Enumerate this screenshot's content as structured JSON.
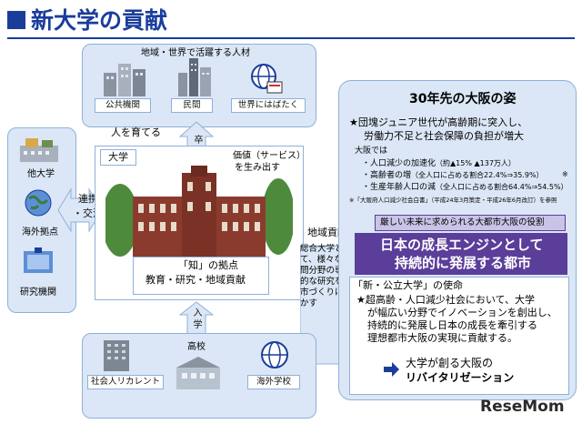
{
  "header": {
    "title": "新大学の貢献"
  },
  "top": {
    "title": "地域・世界で活躍する人材",
    "items": [
      {
        "label": "公共機関"
      },
      {
        "label": "民間"
      },
      {
        "label": "世界にはばたく"
      }
    ]
  },
  "left": {
    "items": [
      {
        "label": "他大学"
      },
      {
        "label": "海外拠点"
      },
      {
        "label": "研究機関"
      }
    ],
    "link_label_1": "連携",
    "link_label_2": "・交流"
  },
  "center": {
    "nurture": "人を育てる",
    "graduate": "卒業",
    "university": "大学",
    "value_line1": "価値（サービス）",
    "value_line2": "を生み出す",
    "hub_line1": "「知」の拠点",
    "hub_line2": "教育・研究・地域貢献",
    "enroll": "入学",
    "regional_title": "地域貢献",
    "regional_body": [
      "総合大学とし",
      "て、様々な学",
      "問分野の専門",
      "的な研究を都",
      "市づくりに活",
      "かす"
    ]
  },
  "bottom": {
    "items": [
      {
        "label": "社会人リカレント"
      },
      {
        "label": "高校"
      },
      {
        "label": "海外学校"
      }
    ]
  },
  "right": {
    "title": "30年先の大阪の姿",
    "star1_line1": "★団塊ジュニア世代が高齢期に突入し、",
    "star1_line2": "労働力不足と社会保障の負担が増大",
    "osaka_label": "大阪では",
    "bullets": [
      {
        "main": "・人口減少の加速化",
        "sub": "（約▲15% ▲137万人）"
      },
      {
        "main": "・高齢者の増",
        "sub": "（全人口に占める割合22.4%⇒35.9%）"
      },
      {
        "main": "・生産年齢人口の減",
        "sub": "（全人口に占める割合64.4%⇒54.5%）"
      }
    ],
    "note_mark": "※",
    "note": "※「大阪府人口減少社会白書」（平成24年3月策定・平成26年6月改訂）を参照",
    "role_label": "厳しい未来に求められる大都市大阪の役割",
    "engine_line1": "日本の成長エンジンとして",
    "engine_line2": "持続的に発展する都市",
    "mission_title": "「新・公立大学」の使命",
    "mission_lines": [
      "★超高齢・人口減少社会において、大学",
      "が幅広い分野でイノベーションを創出し、",
      "持続的に発展し日本の成長を牽引する",
      "理想都市大阪の実現に貢献する。"
    ],
    "revital_line1": "大学が創る大阪の",
    "revital_line2": "リバイタリゼーション"
  },
  "watermark": "ReseMom",
  "colors": {
    "title_blue": "#1a3d9c",
    "panel_fill": "#dbe7f6",
    "panel_border": "#8fb0d8",
    "purple": "#5b3d9a",
    "role_fill": "#c9c3e6",
    "star_blue": "#1a3d9c"
  },
  "icons": [
    "city-icon",
    "skyscraper-icon",
    "globe-icon",
    "campus-icon",
    "university-building-icon",
    "arrow-right-icon",
    "office-building-icon",
    "school-icon"
  ]
}
